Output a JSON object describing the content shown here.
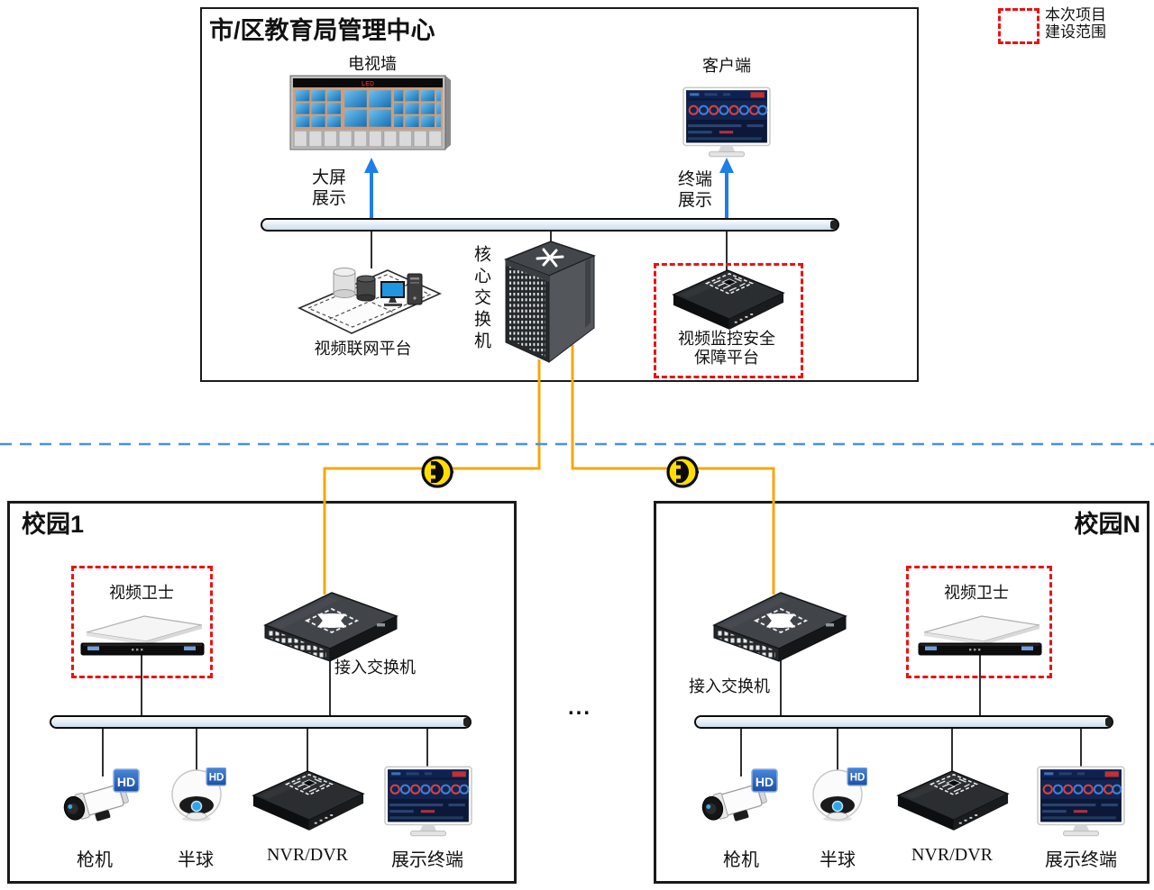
{
  "legend": {
    "line1": "本次项目",
    "line2": "建设范围"
  },
  "management": {
    "title": "市/区教育局管理中心",
    "tv_wall": "电视墙",
    "client": "客户端",
    "big_screen": {
      "line1": "大屏",
      "line2": "展示"
    },
    "terminal": {
      "line1": "终端",
      "line2": "展示"
    },
    "platform": "视频联网平台",
    "core_switch": "核心交换机",
    "security": {
      "line1": "视频监控安全",
      "line2": "保障平台"
    }
  },
  "campus1": {
    "title": "校园1",
    "video_guard": "视频卫士",
    "access_switch": "接入交换机",
    "devices": {
      "bullet": "枪机",
      "dome": "半球",
      "nvr": "NVR/DVR",
      "terminal": "展示终端"
    }
  },
  "campusN": {
    "title": "校园N",
    "video_guard": "视频卫士",
    "access_switch": "接入交换机",
    "devices": {
      "bullet": "枪机",
      "dome": "半球",
      "nvr": "NVR/DVR",
      "terminal": "展示终端"
    }
  },
  "ellipsis": "...",
  "tv_wall_led": "LED",
  "hd_badge": "HD",
  "colors": {
    "project_scope_red": "#ee1111",
    "link_orange": "#f6a70b",
    "arrow_blue": "#1d7fe8",
    "divider_blue": "#4a90e2"
  }
}
